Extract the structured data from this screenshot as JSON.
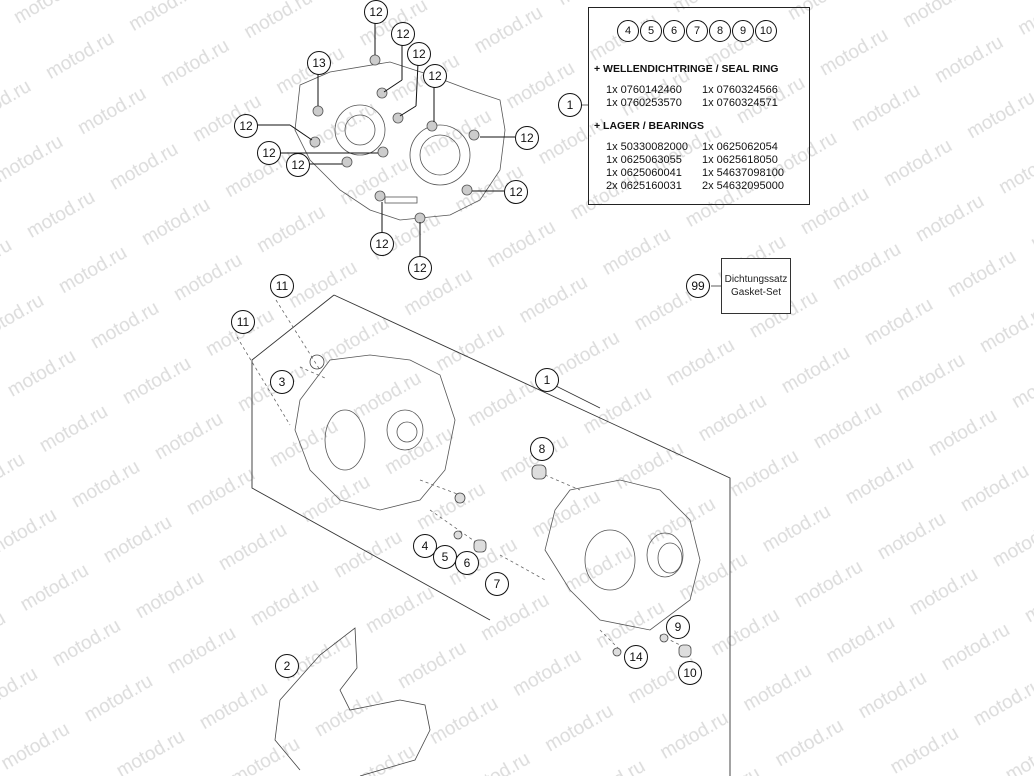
{
  "watermark": "motod.ru",
  "kit_box": {
    "callouts": [
      "4",
      "5",
      "6",
      "7",
      "8",
      "9",
      "10"
    ],
    "sections": [
      {
        "heading": "+ WELLENDICHTRINGE / SEAL RING",
        "rows": [
          [
            "1x 0760142460",
            "1x 0760324566"
          ],
          [
            "1x 0760253570",
            "1x 0760324571"
          ]
        ]
      },
      {
        "heading": "+ LAGER / BEARINGS",
        "rows": [
          [
            "1x 50330082000",
            "1x 0625062054"
          ],
          [
            "1x 0625063055",
            "1x 0625618050"
          ],
          [
            "1x 0625060041",
            "1x 54637098100"
          ],
          [
            "2x 0625160031",
            "2x 54632095000"
          ]
        ]
      }
    ]
  },
  "gasket_set": {
    "callout": "99",
    "line1": "Dichtungssatz",
    "line2": "Gasket-Set"
  },
  "callouts": {
    "kit_ref": "1",
    "top_12_a": "12",
    "top_12_b": "12",
    "top_12_c": "12",
    "top_12_d": "12",
    "top_13": "13",
    "left_12_a": "12",
    "left_12_b": "12",
    "left_12_c": "12",
    "right_12_a": "12",
    "right_12_b": "12",
    "bottom_12_a": "12",
    "bottom_12_b": "12",
    "p11_a": "11",
    "p11_b": "11",
    "p3": "3",
    "p1": "1",
    "p8": "8",
    "p4": "4",
    "p5": "5",
    "p6": "6",
    "p7": "7",
    "p9": "9",
    "p10": "10",
    "p14": "14",
    "p2": "2"
  }
}
